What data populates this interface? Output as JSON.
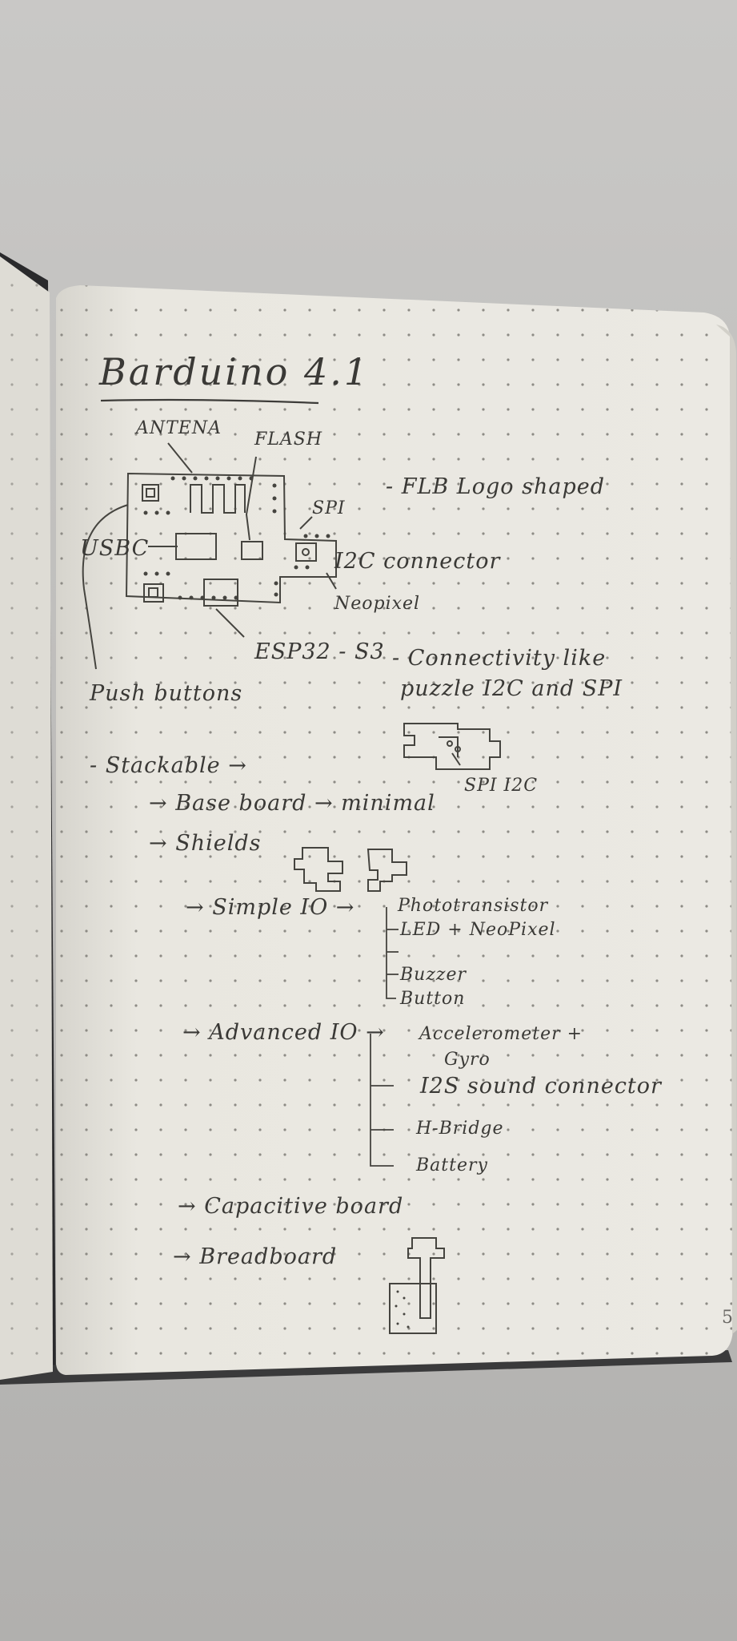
{
  "title": "Barduino 4.1",
  "board_labels": {
    "antena": "ANTENA",
    "flash": "FLASH",
    "spi": "SPI",
    "usbc": "USBC",
    "i2c_connector": "I2C connector",
    "neopixel": "Neopixel",
    "esp32": "ESP32 - S3",
    "push_buttons": "Push buttons"
  },
  "notes": {
    "flb_logo": "- FLB Logo shaped",
    "connectivity_1": "- Connectivity like",
    "connectivity_2": "puzzle I2C and SPI",
    "spi_i2c": "SPI I2C"
  },
  "stackable": {
    "heading": "- Stackable →",
    "base_board": "→ Base board → minimal",
    "shields": "→ Shields",
    "simple_io": {
      "label": "→ Simple IO →",
      "items": [
        "Phototransistor",
        "LED + NeoPixel",
        "Buzzer",
        "Button"
      ]
    },
    "advanced_io": {
      "label": "→ Advanced IO →",
      "items": [
        "Accelerometer +",
        "Gyro",
        "I2S sound connector",
        "H-Bridge",
        "Battery"
      ]
    },
    "capacitive": "→ Capacitive board",
    "breadboard": "→ Breadboard"
  },
  "page_number": "5"
}
